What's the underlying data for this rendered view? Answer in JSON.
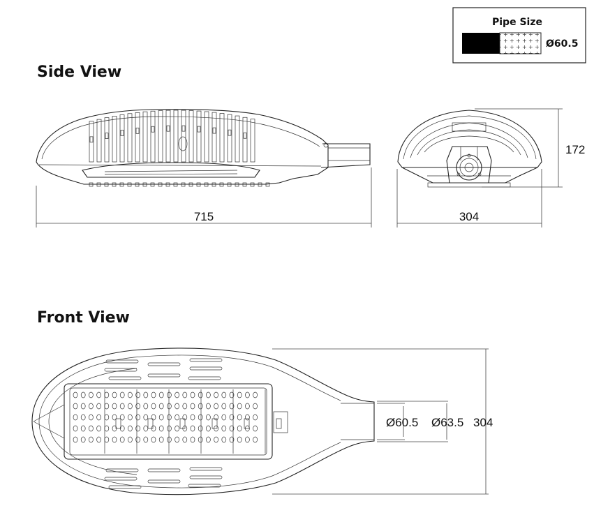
{
  "legend": {
    "title": "Pipe Size",
    "value": "Ø60.5"
  },
  "side_view": {
    "title": "Side View",
    "length_label": "715",
    "width_label": "304",
    "height_label": "172"
  },
  "front_view": {
    "title": "Front View",
    "pipe_inner_label": "Ø60.5",
    "pipe_outer_label": "Ø63.5",
    "width_label": "304"
  },
  "colors": {
    "line": "#222222",
    "legend_fill": "#000000"
  }
}
